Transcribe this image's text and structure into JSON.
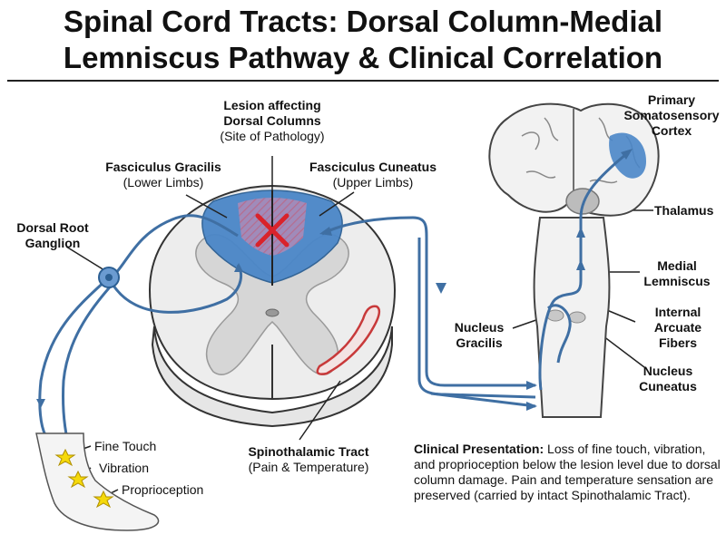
{
  "title": {
    "line1": "Spinal Cord Tracts: Dorsal Column-Medial",
    "line2": "Lemniscus Pathway & Clinical Correlation"
  },
  "labels": {
    "lesion": {
      "line1": "Lesion affecting",
      "line2": "Dorsal Columns",
      "sub": "(Site of Pathology)"
    },
    "gracilis_tract": {
      "name": "Fasciculus Gracilis",
      "sub": "(Lower Limbs)"
    },
    "cuneatus_tract": {
      "name": "Fasciculus Cuneatus",
      "sub": "(Upper Limbs)"
    },
    "drg": {
      "line1": "Dorsal Root",
      "line2": "Ganglion"
    },
    "cortex": {
      "line1": "Primary",
      "line2": "Somatosensory",
      "line3": "Cortex"
    },
    "thalamus": "Thalamus",
    "medial_lemniscus": {
      "line1": "Medial",
      "line2": "Lemniscus"
    },
    "arcuate": {
      "line1": "Internal",
      "line2": "Arcuate",
      "line3": "Fibers"
    },
    "nucleus_gracilis": {
      "line1": "Nucleus",
      "line2": "Gracilis"
    },
    "nucleus_cuneatus": {
      "line1": "Nucleus",
      "line2": "Cuneatus"
    },
    "spinothalamic": {
      "name": "Spinothalamic Tract",
      "sub": "(Pain & Temperature)"
    },
    "receptors": [
      "Fine Touch",
      "Vibration",
      "Proprioception"
    ]
  },
  "clinical": {
    "heading": "Clinical Presentation:",
    "text": " Loss of fine touch, vibration, and proprioception below the lesion level due to dorsal column damage. Pain and temperature sensation are preserved (carried by intact Spinothalamic Tract)."
  },
  "colors": {
    "dorsal_column": "#4a86c8",
    "pathway": "#3f6fa3",
    "lesion_x": "#d9232b",
    "lesion_hatch": "#b07fa0",
    "gray_matter": "#d8d8d8",
    "spinothalamic": "#c8393a",
    "star": "#f5d90a"
  },
  "icons": [
    "lesion-x-icon",
    "receptor-star-icon",
    "arrow-icon"
  ]
}
